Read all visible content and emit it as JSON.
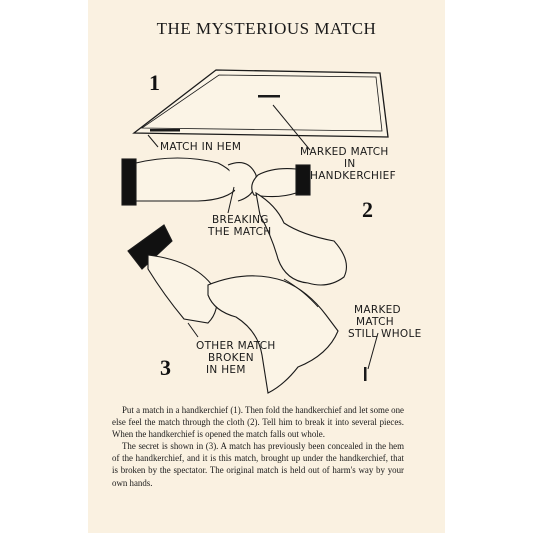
{
  "title": "THE MYSTERIOUS MATCH",
  "figure": {
    "step_numbers": [
      "1",
      "2",
      "3"
    ],
    "labels": {
      "match_in_hem": "MATCH IN HEM",
      "marked_match_1": "MARKED MATCH",
      "marked_match_2": "IN",
      "marked_match_3": "HANDKERCHIEF",
      "breaking_1": "BREAKING",
      "breaking_2": "THE MATCH",
      "other_1": "OTHER MATCH",
      "other_2": "BROKEN",
      "other_3": "IN HEM",
      "whole_1": "MARKED",
      "whole_2": "MATCH",
      "whole_3": "STILL WHOLE"
    }
  },
  "paragraphs": [
    "Put a match in a handkerchief (1). Then fold the handkerchief and let some one else feel the match through the cloth (2). Tell him to break it into several pieces. When the handkerchief is opened the match falls out whole.",
    "The secret is shown in (3). A match has previously been concealed in the hem of the handkerchief, and it is this match, brought up under the handkerchief, that is broken by the spectator. The original match is held out of harm's way by your own hands."
  ]
}
